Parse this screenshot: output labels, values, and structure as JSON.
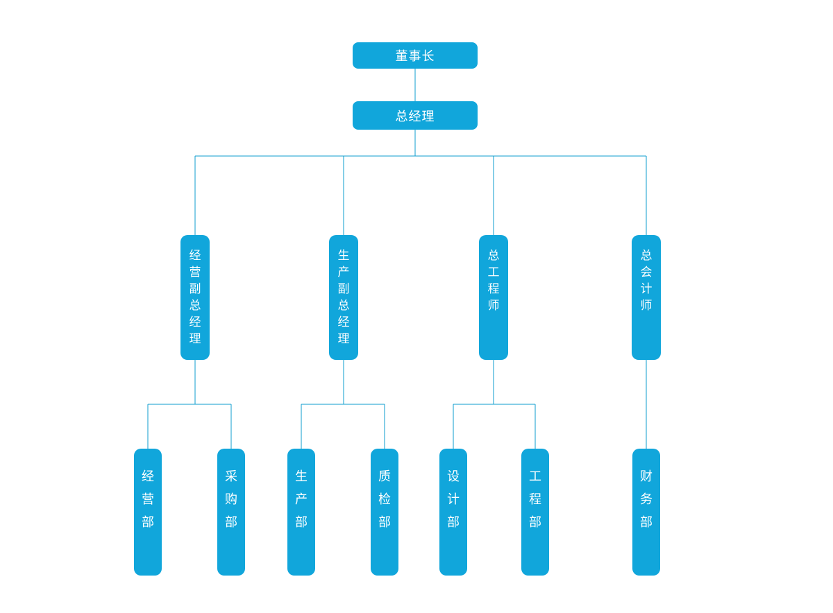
{
  "colors": {
    "node_fill": "#11A6DB",
    "node_text": "#FFFFFF",
    "connector": "#0E9CCF",
    "page_bg": "#FFFFFF"
  },
  "chart": {
    "type": "org-chart",
    "root": {
      "label": "董事长"
    },
    "general_manager": {
      "label": "总经理"
    },
    "branches": [
      {
        "label": "经营副总经理",
        "children": [
          {
            "label": "经营部"
          },
          {
            "label": "采购部"
          }
        ]
      },
      {
        "label": "生产副总经理",
        "children": [
          {
            "label": "生产部"
          },
          {
            "label": "质检部"
          }
        ]
      },
      {
        "label": "总工程师",
        "children": [
          {
            "label": "设计部"
          },
          {
            "label": "工程部"
          }
        ]
      },
      {
        "label": "总会计师",
        "children": [
          {
            "label": "财务部"
          }
        ]
      }
    ]
  }
}
